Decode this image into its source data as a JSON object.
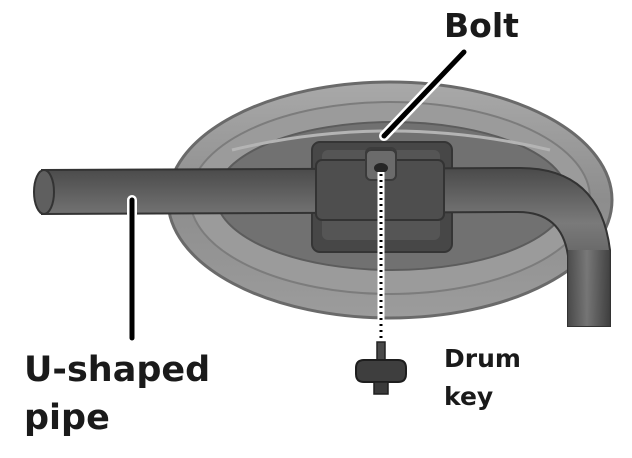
{
  "labels": {
    "bolt": "Bolt",
    "pipe_line1": "U-shaped",
    "pipe_line2": "pipe",
    "key_line1": "Drum",
    "key_line2": "key"
  },
  "colors": {
    "text": "#1a1a1a",
    "leader": "#000000",
    "pad_rim": "#8f8f8f",
    "pad_face": "#6e6e6e",
    "pipe": "#5a5a5a"
  }
}
